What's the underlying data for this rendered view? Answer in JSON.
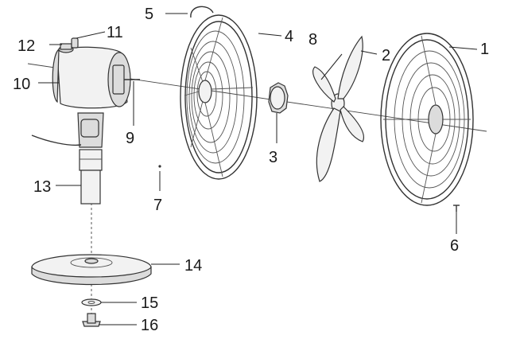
{
  "diagram": {
    "type": "exploded-view",
    "labels": {
      "p1": "1",
      "p2": "2",
      "p3": "3",
      "p4": "4",
      "p5": "5",
      "p6": "6",
      "p7": "7",
      "p8": "8",
      "p9": "9",
      "p10": "10",
      "p11": "11",
      "p12": "12",
      "p13": "13",
      "p14": "14",
      "p15": "15",
      "p16": "16"
    }
  }
}
